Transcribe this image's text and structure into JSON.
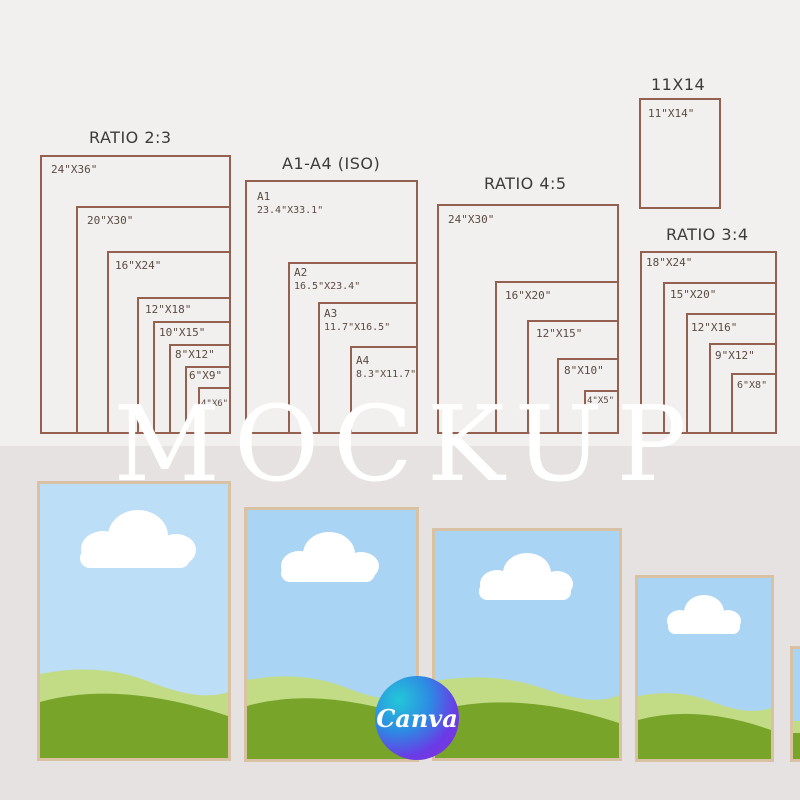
{
  "groups": {
    "ratio_2_3": {
      "title": "RATIO 2:3",
      "sizes": [
        "24\"X36\"",
        "20\"X30\"",
        "16\"X24\"",
        "12\"X18\"",
        "10\"X15\"",
        "8\"X12\"",
        "6\"X9\"",
        "4\"X6\""
      ]
    },
    "iso": {
      "title": "A1-A4 (ISO)",
      "sizes": [
        {
          "name": "A1",
          "dims": "23.4\"X33.1\""
        },
        {
          "name": "A2",
          "dims": "16.5\"X23.4\""
        },
        {
          "name": "A3",
          "dims": "11.7\"X16.5\""
        },
        {
          "name": "A4",
          "dims": "8.3\"X11.7\""
        }
      ]
    },
    "ratio_4_5": {
      "title": "RATIO 4:5",
      "sizes": [
        "24\"X30\"",
        "16\"X20\"",
        "12\"X15\"",
        "8\"X10\"",
        "4\"X5\""
      ]
    },
    "size_11x14": {
      "title": "11X14",
      "sizes": [
        "11\"X14\""
      ]
    },
    "ratio_3_4": {
      "title": "RATIO 3:4",
      "sizes": [
        "18\"X24\"",
        "15\"X20\"",
        "12\"X16\"",
        "9\"X12\"",
        "6\"X8\""
      ]
    }
  },
  "watermark": "MOCKUP",
  "canva_logo": "Canva",
  "colors": {
    "outline": "#946050",
    "wall": "#f1f0ee",
    "floor": "#e6e2e1",
    "frame": "#d9c1a4",
    "sky": "#a9d4f3",
    "hill_light": "#c2dc86",
    "hill_dark": "#78a42a"
  }
}
